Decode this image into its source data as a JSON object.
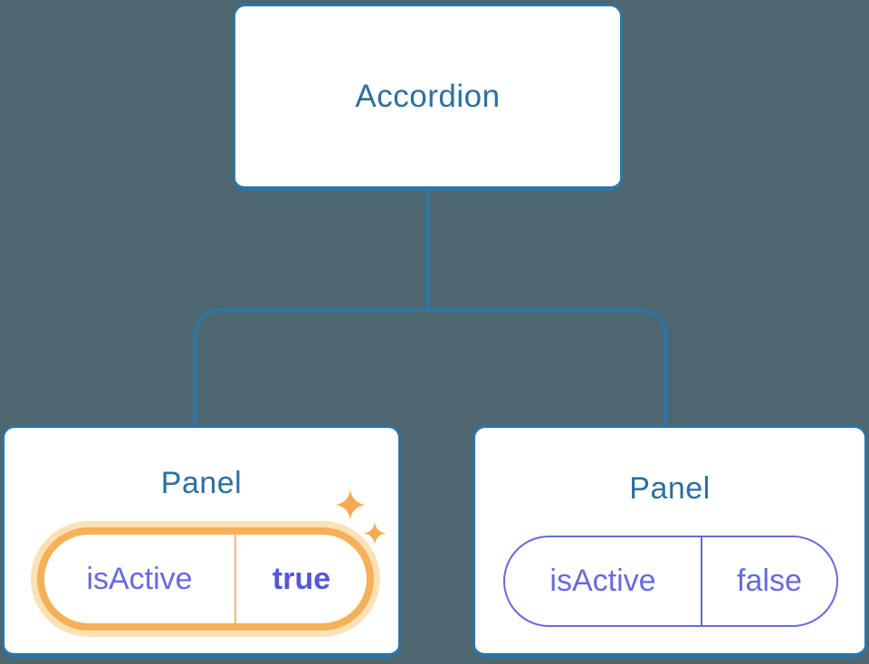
{
  "tree": {
    "root": {
      "label": "Accordion"
    },
    "panels": [
      {
        "label": "Panel",
        "prop_name": "isActive",
        "prop_value": "true",
        "highlighted": true
      },
      {
        "label": "Panel",
        "prop_name": "isActive",
        "prop_value": "false",
        "highlighted": false
      }
    ]
  },
  "icons": {
    "sparkles": "sparkles-icon"
  },
  "colors": {
    "background": "#4d6770",
    "connector_blue": "#2e74a6",
    "node_text_blue": "#2d6f9e",
    "card_background": "#ffffff",
    "prop_purple": "#666bdb",
    "prop_value_bold_purple": "#5458d4",
    "highlight_orange": "#f6b056",
    "highlight_glow": "#fbe2b6",
    "highlight_divider": "#f4bc6d",
    "sparkle_orange": "#f5ab51"
  }
}
